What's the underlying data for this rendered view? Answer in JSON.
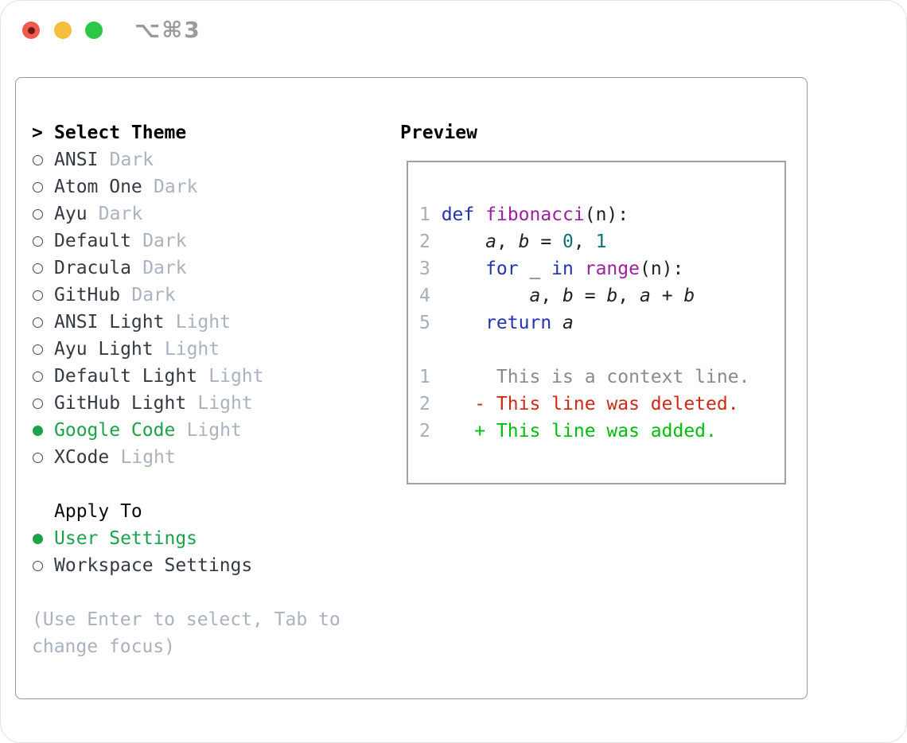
{
  "window": {
    "title": "⌥⌘3",
    "controls": [
      {
        "name": "close",
        "color": "#f25a4f"
      },
      {
        "name": "minimize",
        "color": "#f7bd40"
      },
      {
        "name": "zoom",
        "color": "#2fc648"
      }
    ]
  },
  "theme_picker": {
    "cursor": ">",
    "header": "Select Theme",
    "items": [
      {
        "name": "ANSI",
        "tag": "Dark",
        "selected": false
      },
      {
        "name": "Atom One",
        "tag": "Dark",
        "selected": false
      },
      {
        "name": "Ayu",
        "tag": "Dark",
        "selected": false
      },
      {
        "name": "Default",
        "tag": "Dark",
        "selected": false
      },
      {
        "name": "Dracula",
        "tag": "Dark",
        "selected": false
      },
      {
        "name": "GitHub",
        "tag": "Dark",
        "selected": false
      },
      {
        "name": "ANSI Light",
        "tag": "Light",
        "selected": false
      },
      {
        "name": "Ayu Light",
        "tag": "Light",
        "selected": false
      },
      {
        "name": "Default Light",
        "tag": "Light",
        "selected": false
      },
      {
        "name": "GitHub Light",
        "tag": "Light",
        "selected": false
      },
      {
        "name": "Google Code",
        "tag": "Light",
        "selected": true
      },
      {
        "name": "XCode",
        "tag": "Light",
        "selected": false
      }
    ]
  },
  "apply_to": {
    "header": "Apply To",
    "options": [
      {
        "name": "User Settings",
        "selected": true
      },
      {
        "name": "Workspace Settings",
        "selected": false
      }
    ]
  },
  "help_text": "(Use Enter to select, Tab to change focus)",
  "preview": {
    "header": "Preview",
    "code_lines": [
      {
        "num": "1",
        "tokens": [
          {
            "t": "def",
            "c": "keyword"
          },
          {
            "t": " ",
            "c": "plain"
          },
          {
            "t": "fibonacci",
            "c": "function"
          },
          {
            "t": "(n):",
            "c": "plain"
          }
        ]
      },
      {
        "num": "2",
        "tokens": [
          {
            "t": "    ",
            "c": "plain"
          },
          {
            "t": "a",
            "c": "variable"
          },
          {
            "t": ", ",
            "c": "plain"
          },
          {
            "t": "b",
            "c": "variable"
          },
          {
            "t": " = ",
            "c": "plain"
          },
          {
            "t": "0",
            "c": "number"
          },
          {
            "t": ", ",
            "c": "plain"
          },
          {
            "t": "1",
            "c": "number"
          }
        ]
      },
      {
        "num": "3",
        "tokens": [
          {
            "t": "    ",
            "c": "plain"
          },
          {
            "t": "for",
            "c": "keyword"
          },
          {
            "t": " _ ",
            "c": "plain"
          },
          {
            "t": "in",
            "c": "keyword"
          },
          {
            "t": " ",
            "c": "plain"
          },
          {
            "t": "range",
            "c": "function"
          },
          {
            "t": "(n):",
            "c": "plain"
          }
        ]
      },
      {
        "num": "4",
        "tokens": [
          {
            "t": "        ",
            "c": "plain"
          },
          {
            "t": "a",
            "c": "variable"
          },
          {
            "t": ", ",
            "c": "plain"
          },
          {
            "t": "b",
            "c": "variable"
          },
          {
            "t": " = ",
            "c": "plain"
          },
          {
            "t": "b",
            "c": "variable"
          },
          {
            "t": ", ",
            "c": "plain"
          },
          {
            "t": "a",
            "c": "variable"
          },
          {
            "t": " + ",
            "c": "plain"
          },
          {
            "t": "b",
            "c": "variable"
          }
        ]
      },
      {
        "num": "5",
        "tokens": [
          {
            "t": "    ",
            "c": "plain"
          },
          {
            "t": "return",
            "c": "keyword"
          },
          {
            "t": " ",
            "c": "plain"
          },
          {
            "t": "a",
            "c": "variable"
          }
        ]
      }
    ],
    "diff_lines": [
      {
        "num": "1",
        "text": "     This is a context line.",
        "kind": "context"
      },
      {
        "num": "2",
        "text": "   - This line was deleted.",
        "kind": "deleted"
      },
      {
        "num": "2",
        "text": "   + This line was added.",
        "kind": "added"
      }
    ]
  },
  "colors": {
    "selected_green": "#1ca24a",
    "keyword": "#2433ae",
    "function": "#9c21a0",
    "number": "#0d7474",
    "plain": "#1f1f1f",
    "context": "#8a8a8a",
    "deleted": "#cc2a14",
    "added": "#00bd0b",
    "muted": "#a9b2bf",
    "line_number": "#a4aebc",
    "traffic_red": "#f25a4f",
    "traffic_yellow": "#f7bd40",
    "traffic_green": "#2fc648"
  }
}
